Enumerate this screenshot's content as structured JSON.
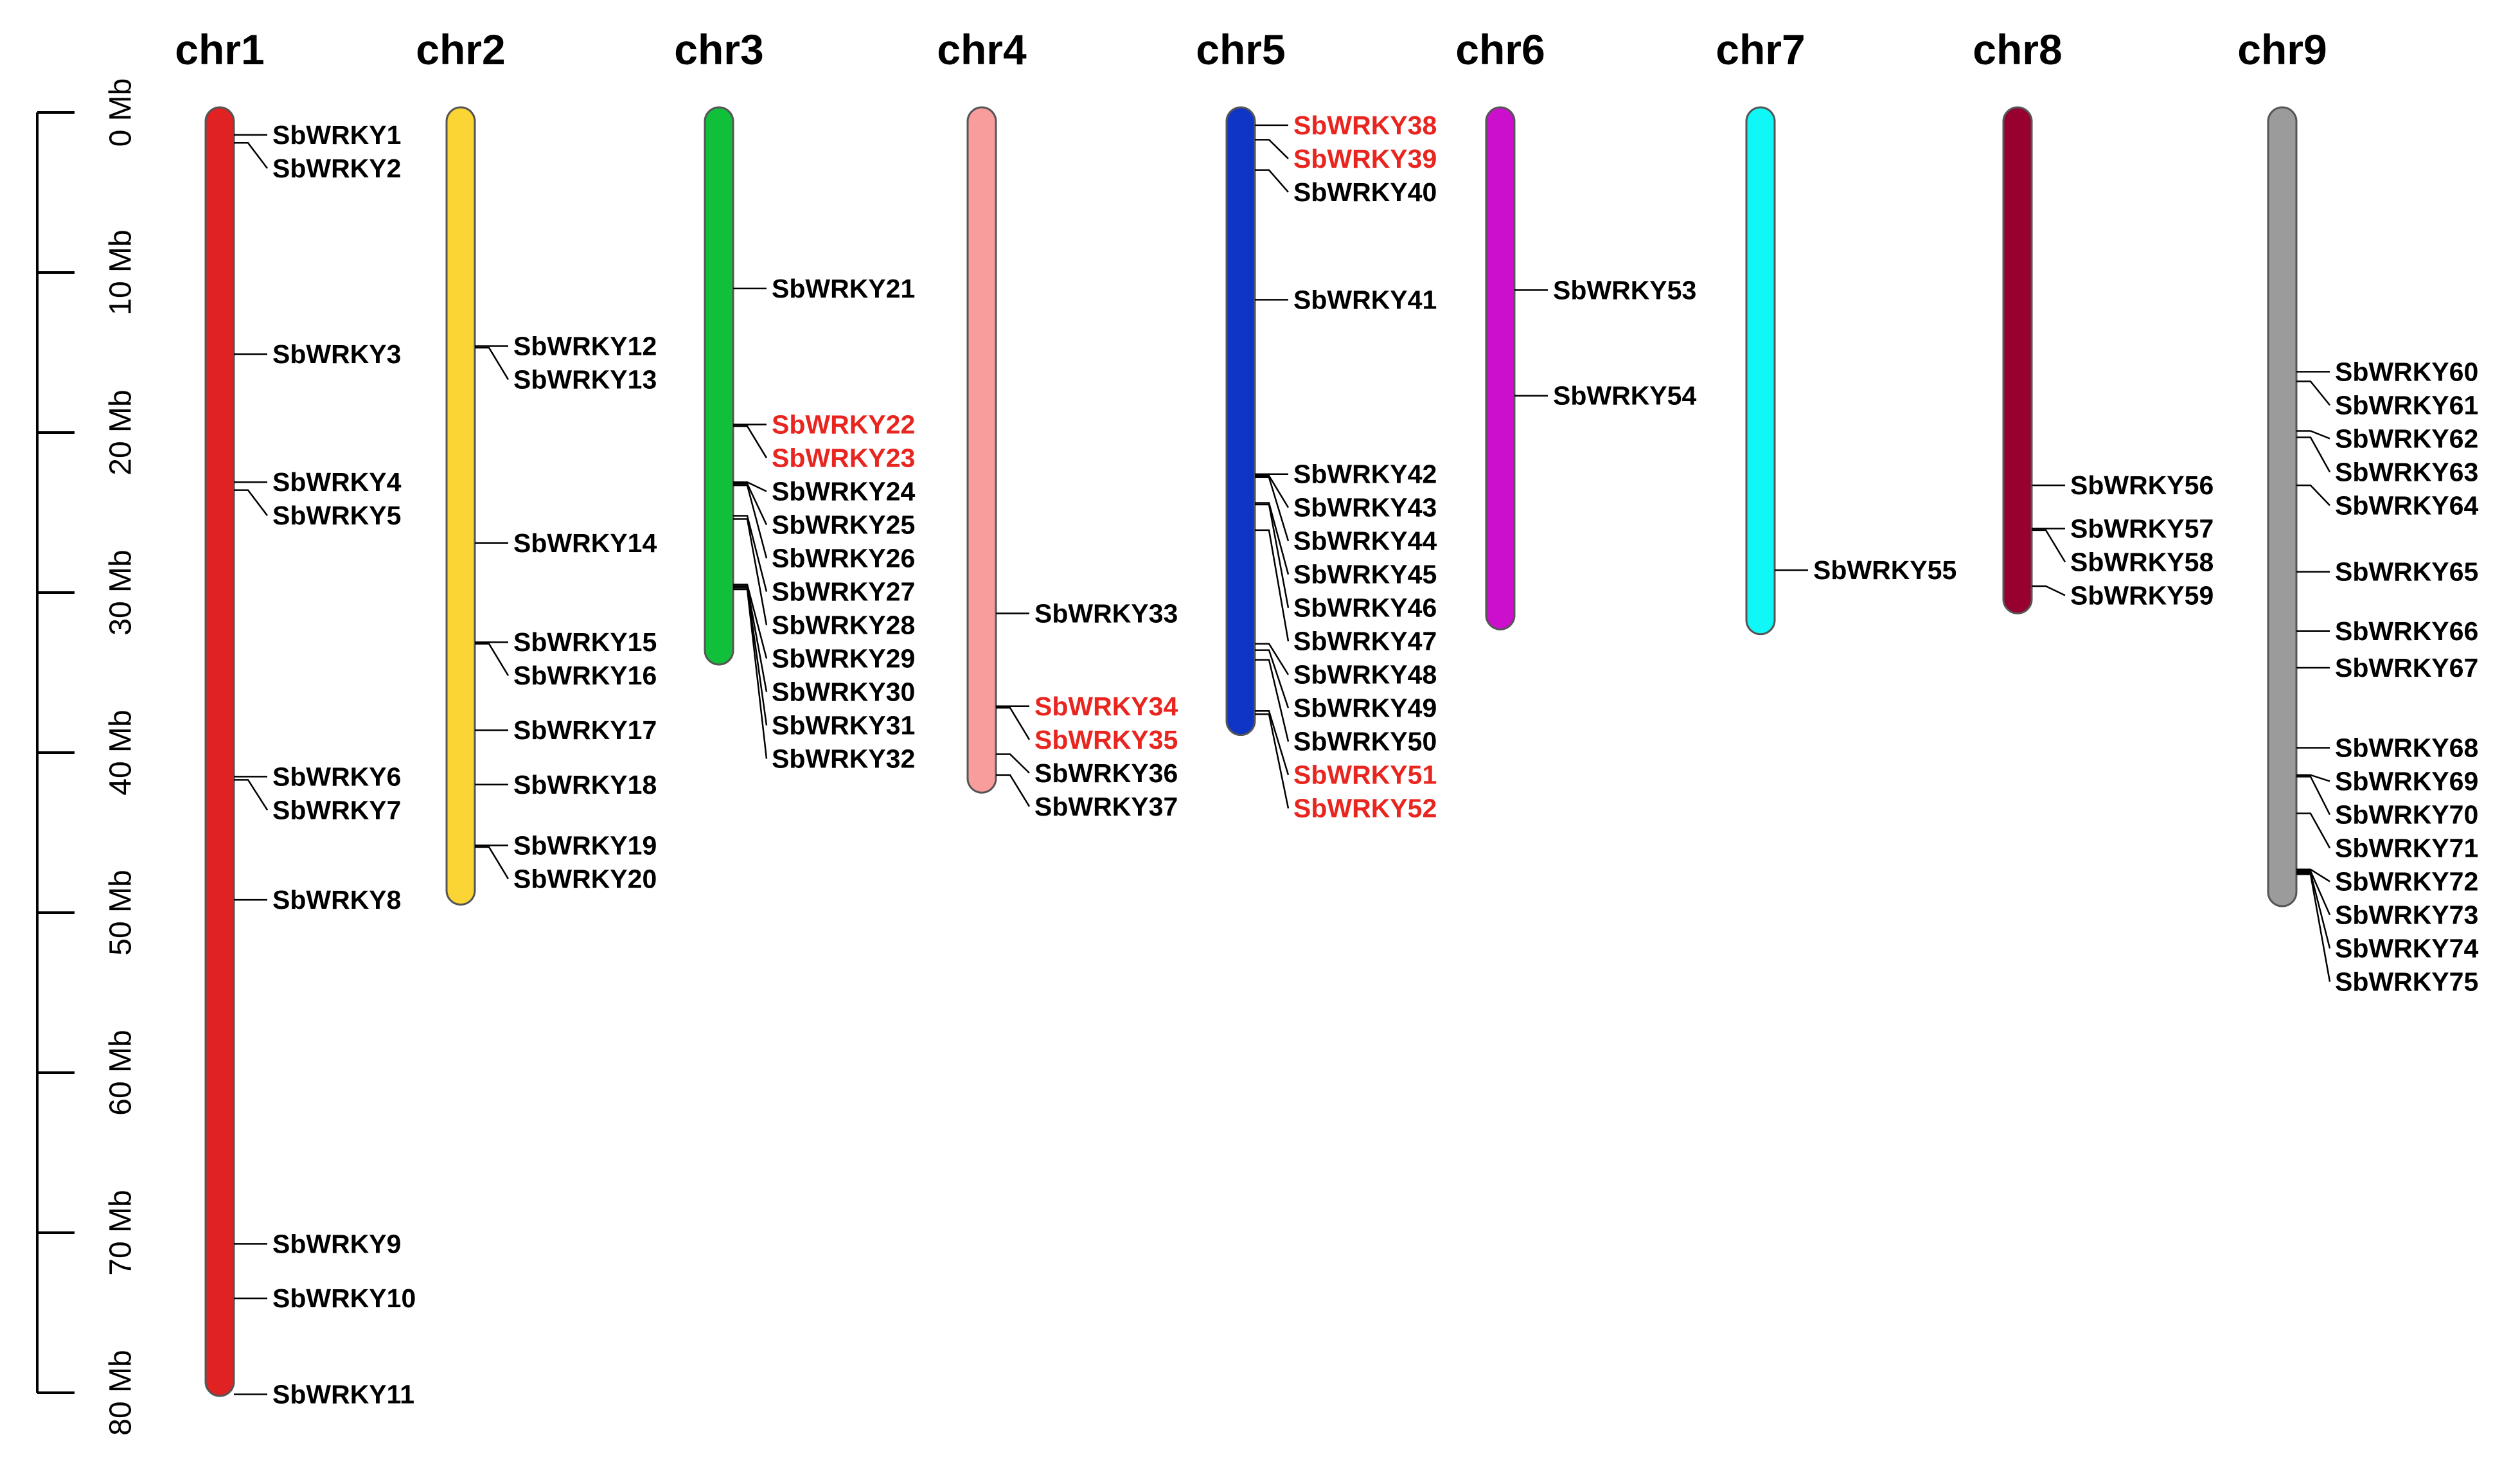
{
  "axis": {
    "unit": "Mb",
    "ticks": [
      {
        "value": 0,
        "label": "0 Mb"
      },
      {
        "value": 10,
        "label": "10 Mb"
      },
      {
        "value": 20,
        "label": "20 Mb"
      },
      {
        "value": 30,
        "label": "30 Mb"
      },
      {
        "value": 40,
        "label": "40 Mb"
      },
      {
        "value": 50,
        "label": "50 Mb"
      },
      {
        "value": 60,
        "label": "60 Mb"
      },
      {
        "value": 70,
        "label": "70 Mb"
      },
      {
        "value": 80,
        "label": "80 Mb"
      }
    ]
  },
  "highlight_color": "#e8251f",
  "default_label_color": "#000000",
  "chromosomes": [
    {
      "id": "chr1",
      "name": "chr1",
      "length_mb": 80.2,
      "color": "#e02222",
      "genes": [
        {
          "name": "SbWRKY1",
          "pos_mb": 1.4,
          "highlight": false
        },
        {
          "name": "SbWRKY2",
          "pos_mb": 1.9,
          "highlight": false
        },
        {
          "name": "SbWRKY3",
          "pos_mb": 15.1,
          "highlight": false
        },
        {
          "name": "SbWRKY4",
          "pos_mb": 23.1,
          "highlight": false
        },
        {
          "name": "SbWRKY5",
          "pos_mb": 23.6,
          "highlight": false
        },
        {
          "name": "SbWRKY6",
          "pos_mb": 41.5,
          "highlight": false
        },
        {
          "name": "SbWRKY7",
          "pos_mb": 41.7,
          "highlight": false
        },
        {
          "name": "SbWRKY8",
          "pos_mb": 49.2,
          "highlight": false
        },
        {
          "name": "SbWRKY9",
          "pos_mb": 70.7,
          "highlight": false
        },
        {
          "name": "SbWRKY10",
          "pos_mb": 74.1,
          "highlight": false
        },
        {
          "name": "SbWRKY11",
          "pos_mb": 80.1,
          "highlight": false
        }
      ]
    },
    {
      "id": "chr2",
      "name": "chr2",
      "length_mb": 49.5,
      "color": "#fbd533",
      "genes": [
        {
          "name": "SbWRKY12",
          "pos_mb": 14.6,
          "highlight": false
        },
        {
          "name": "SbWRKY13",
          "pos_mb": 14.7,
          "highlight": false
        },
        {
          "name": "SbWRKY14",
          "pos_mb": 26.9,
          "highlight": false
        },
        {
          "name": "SbWRKY15",
          "pos_mb": 33.1,
          "highlight": false
        },
        {
          "name": "SbWRKY16",
          "pos_mb": 33.2,
          "highlight": false
        },
        {
          "name": "SbWRKY17",
          "pos_mb": 38.6,
          "highlight": false
        },
        {
          "name": "SbWRKY18",
          "pos_mb": 42.0,
          "highlight": false
        },
        {
          "name": "SbWRKY19",
          "pos_mb": 45.8,
          "highlight": false
        },
        {
          "name": "SbWRKY20",
          "pos_mb": 45.9,
          "highlight": false
        }
      ]
    },
    {
      "id": "chr3",
      "name": "chr3",
      "length_mb": 34.5,
      "color": "#11c03a",
      "genes": [
        {
          "name": "SbWRKY21",
          "pos_mb": 11.0,
          "highlight": false
        },
        {
          "name": "SbWRKY22",
          "pos_mb": 19.5,
          "highlight": true
        },
        {
          "name": "SbWRKY23",
          "pos_mb": 19.6,
          "highlight": true
        },
        {
          "name": "SbWRKY24",
          "pos_mb": 23.1,
          "highlight": false
        },
        {
          "name": "SbWRKY25",
          "pos_mb": 23.2,
          "highlight": false
        },
        {
          "name": "SbWRKY26",
          "pos_mb": 23.3,
          "highlight": false
        },
        {
          "name": "SbWRKY27",
          "pos_mb": 25.2,
          "highlight": false
        },
        {
          "name": "SbWRKY28",
          "pos_mb": 25.4,
          "highlight": false
        },
        {
          "name": "SbWRKY29",
          "pos_mb": 29.5,
          "highlight": false
        },
        {
          "name": "SbWRKY30",
          "pos_mb": 29.6,
          "highlight": false
        },
        {
          "name": "SbWRKY31",
          "pos_mb": 29.7,
          "highlight": false
        },
        {
          "name": "SbWRKY32",
          "pos_mb": 29.8,
          "highlight": false
        }
      ]
    },
    {
      "id": "chr4",
      "name": "chr4",
      "length_mb": 42.5,
      "color": "#f89d9c",
      "genes": [
        {
          "name": "SbWRKY33",
          "pos_mb": 31.3,
          "highlight": false
        },
        {
          "name": "SbWRKY34",
          "pos_mb": 37.1,
          "highlight": true
        },
        {
          "name": "SbWRKY35",
          "pos_mb": 37.2,
          "highlight": true
        },
        {
          "name": "SbWRKY36",
          "pos_mb": 40.1,
          "highlight": false
        },
        {
          "name": "SbWRKY37",
          "pos_mb": 41.4,
          "highlight": false
        }
      ]
    },
    {
      "id": "chr5",
      "name": "chr5",
      "length_mb": 38.9,
      "color": "#0f35c6",
      "genes": [
        {
          "name": "SbWRKY38",
          "pos_mb": 0.8,
          "highlight": true
        },
        {
          "name": "SbWRKY39",
          "pos_mb": 1.7,
          "highlight": true
        },
        {
          "name": "SbWRKY40",
          "pos_mb": 3.6,
          "highlight": false
        },
        {
          "name": "SbWRKY41",
          "pos_mb": 11.7,
          "highlight": false
        },
        {
          "name": "SbWRKY42",
          "pos_mb": 22.6,
          "highlight": false
        },
        {
          "name": "SbWRKY43",
          "pos_mb": 22.7,
          "highlight": false
        },
        {
          "name": "SbWRKY44",
          "pos_mb": 22.8,
          "highlight": false
        },
        {
          "name": "SbWRKY45",
          "pos_mb": 24.4,
          "highlight": false
        },
        {
          "name": "SbWRKY46",
          "pos_mb": 24.5,
          "highlight": false
        },
        {
          "name": "SbWRKY47",
          "pos_mb": 26.1,
          "highlight": false
        },
        {
          "name": "SbWRKY48",
          "pos_mb": 33.2,
          "highlight": false
        },
        {
          "name": "SbWRKY49",
          "pos_mb": 33.6,
          "highlight": false
        },
        {
          "name": "SbWRKY50",
          "pos_mb": 34.2,
          "highlight": false
        },
        {
          "name": "SbWRKY51",
          "pos_mb": 37.4,
          "highlight": true
        },
        {
          "name": "SbWRKY52",
          "pos_mb": 37.6,
          "highlight": true
        }
      ]
    },
    {
      "id": "chr6",
      "name": "chr6",
      "length_mb": 32.3,
      "color": "#cb0fcd",
      "genes": [
        {
          "name": "SbWRKY53",
          "pos_mb": 11.1,
          "highlight": false
        },
        {
          "name": "SbWRKY54",
          "pos_mb": 17.7,
          "highlight": false
        }
      ]
    },
    {
      "id": "chr7",
      "name": "chr7",
      "length_mb": 32.6,
      "color": "#10f7f7",
      "genes": [
        {
          "name": "SbWRKY55",
          "pos_mb": 28.6,
          "highlight": false
        }
      ]
    },
    {
      "id": "chr8",
      "name": "chr8",
      "length_mb": 31.3,
      "color": "#98002f",
      "genes": [
        {
          "name": "SbWRKY56",
          "pos_mb": 23.3,
          "highlight": false
        },
        {
          "name": "SbWRKY57",
          "pos_mb": 26.0,
          "highlight": false
        },
        {
          "name": "SbWRKY58",
          "pos_mb": 26.1,
          "highlight": false
        },
        {
          "name": "SbWRKY59",
          "pos_mb": 29.6,
          "highlight": false
        }
      ]
    },
    {
      "id": "chr9",
      "name": "chr9",
      "length_mb": 49.6,
      "color": "#9b9b9b",
      "genes": [
        {
          "name": "SbWRKY60",
          "pos_mb": 16.2,
          "highlight": false
        },
        {
          "name": "SbWRKY61",
          "pos_mb": 16.8,
          "highlight": false
        },
        {
          "name": "SbWRKY62",
          "pos_mb": 19.9,
          "highlight": false
        },
        {
          "name": "SbWRKY63",
          "pos_mb": 20.3,
          "highlight": false
        },
        {
          "name": "SbWRKY64",
          "pos_mb": 23.3,
          "highlight": false
        },
        {
          "name": "SbWRKY65",
          "pos_mb": 28.7,
          "highlight": false
        },
        {
          "name": "SbWRKY66",
          "pos_mb": 32.4,
          "highlight": false
        },
        {
          "name": "SbWRKY67",
          "pos_mb": 34.7,
          "highlight": false
        },
        {
          "name": "SbWRKY68",
          "pos_mb": 39.7,
          "highlight": false
        },
        {
          "name": "SbWRKY69",
          "pos_mb": 41.4,
          "highlight": false
        },
        {
          "name": "SbWRKY70",
          "pos_mb": 41.5,
          "highlight": false
        },
        {
          "name": "SbWRKY71",
          "pos_mb": 43.8,
          "highlight": false
        },
        {
          "name": "SbWRKY72",
          "pos_mb": 47.3,
          "highlight": false
        },
        {
          "name": "SbWRKY73",
          "pos_mb": 47.4,
          "highlight": false
        },
        {
          "name": "SbWRKY74",
          "pos_mb": 47.5,
          "highlight": false
        },
        {
          "name": "SbWRKY75",
          "pos_mb": 47.6,
          "highlight": false
        }
      ]
    }
  ]
}
